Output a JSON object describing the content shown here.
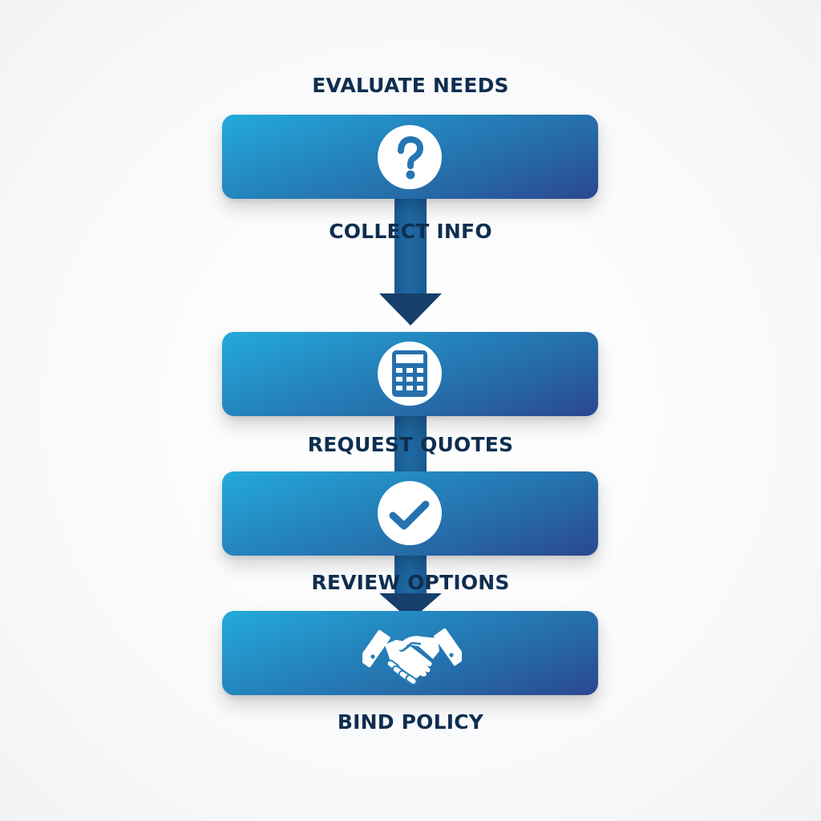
{
  "diagram": {
    "type": "vertical-process-flow",
    "colors": {
      "box_gradient_start": "#23aadc",
      "box_gradient_end": "#2b4790",
      "arrow": "#1b5a90",
      "arrowhead": "#163f6b",
      "label_text": "#0f2e50",
      "icon_bg": "#ffffff",
      "icon_fg": "#2474b0"
    },
    "steps": [
      {
        "label": "EVALUATE NEEDS",
        "icon": "question-mark-icon"
      },
      {
        "label": "COLLECT INFO",
        "icon": "calculator-icon"
      },
      {
        "label": "REQUEST QUOTES",
        "icon": "checkmark-icon"
      },
      {
        "label": "REVIEW OPTIONS",
        "icon": "handshake-icon"
      },
      {
        "label": "BIND POLICY",
        "icon": ""
      }
    ],
    "boxes": [
      {
        "icon": "question-mark-icon"
      },
      {
        "icon": "calculator-icon"
      },
      {
        "icon": "checkmark-icon"
      },
      {
        "icon": "handshake-icon"
      }
    ],
    "connectors": [
      {
        "from": 1,
        "to": 2,
        "kind": "arrow-down"
      },
      {
        "from": 2,
        "to": 3,
        "kind": "bar"
      },
      {
        "from": 3,
        "to": 4,
        "kind": "arrow-down"
      }
    ]
  }
}
